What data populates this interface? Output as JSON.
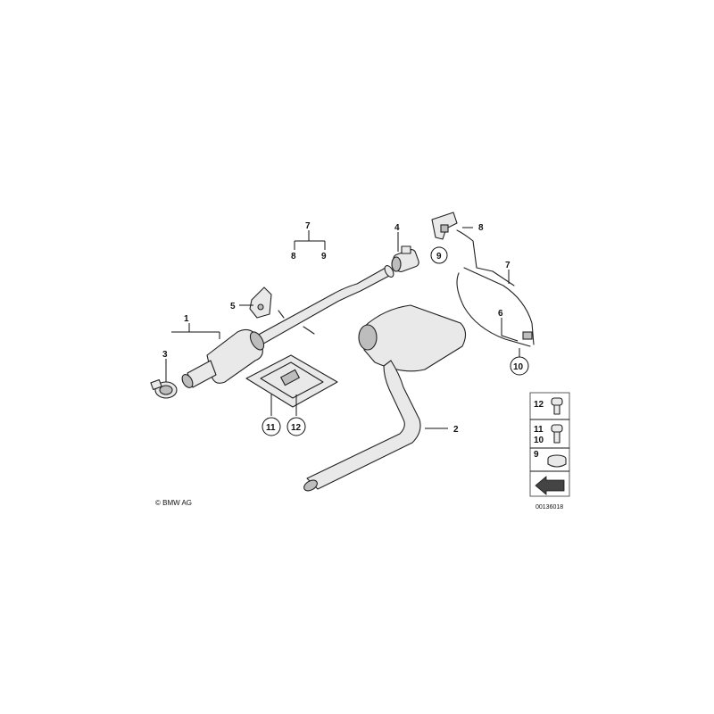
{
  "callouts": {
    "c1": "1",
    "c2": "2",
    "c3": "3",
    "c4": "4",
    "c5": "5",
    "c6": "6",
    "c7a": "7",
    "c7b": "7",
    "c8a": "8",
    "c8b": "8",
    "c9a": "9",
    "c9b": "9",
    "c10": "10",
    "c11": "11",
    "c12": "12"
  },
  "parts_box": {
    "row1": "12",
    "row2a": "11",
    "row2b": "10",
    "row3": "9"
  },
  "footer": {
    "copyright": "© BMW AG",
    "doc_number": "00136018"
  },
  "colors": {
    "line": "#222222",
    "fill": "#e9e9e9",
    "shade": "#bdbdbd"
  }
}
